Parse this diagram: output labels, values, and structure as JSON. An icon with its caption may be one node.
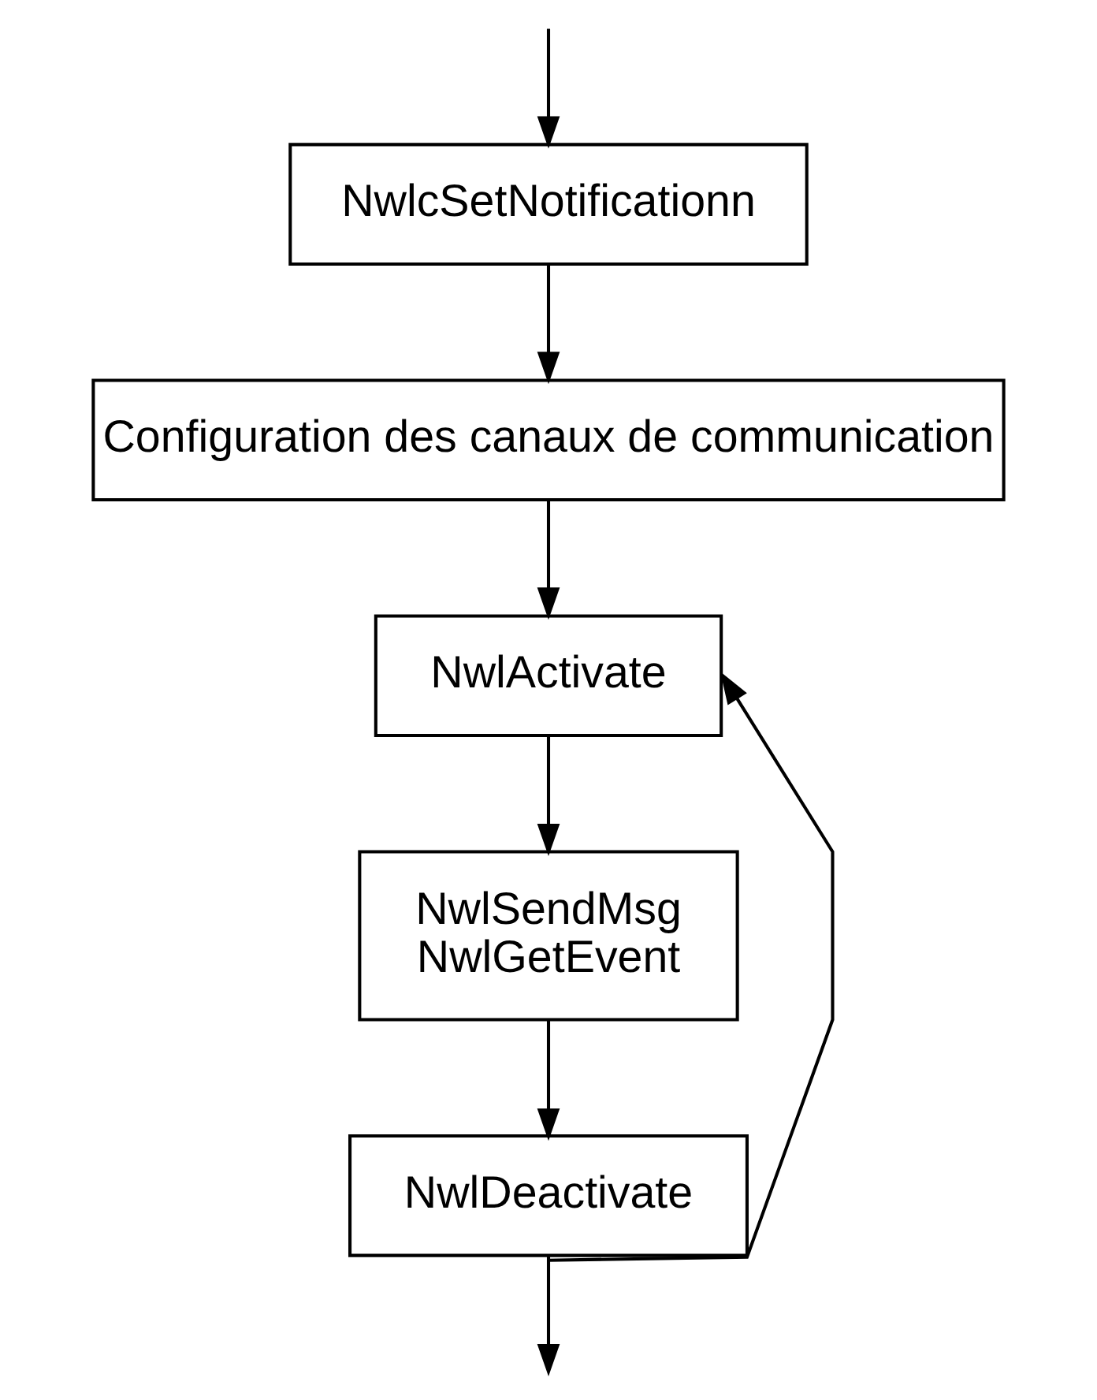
{
  "diagram": {
    "nodes": [
      {
        "text": [
          "NwlcSetNotificationn"
        ]
      },
      {
        "text": [
          "Configuration des canaux de communication"
        ]
      },
      {
        "text": [
          "NwlActivate"
        ]
      },
      {
        "text": [
          "NwlSendMsg",
          "NwlGetEvent"
        ]
      },
      {
        "text": [
          "NwlDeactivate"
        ]
      }
    ],
    "edges": [
      {
        "from": null,
        "to": 0,
        "arrow": "to"
      },
      {
        "from": 0,
        "to": 1,
        "arrow": "to"
      },
      {
        "from": 1,
        "to": 2,
        "arrow": "to"
      },
      {
        "from": 2,
        "to": 3,
        "arrow": "to"
      },
      {
        "from": 3,
        "to": 4,
        "arrow": "to"
      },
      {
        "from": 4,
        "to": null,
        "arrow": "to"
      },
      {
        "from": 4,
        "to": 2,
        "arrow": "to"
      }
    ]
  }
}
